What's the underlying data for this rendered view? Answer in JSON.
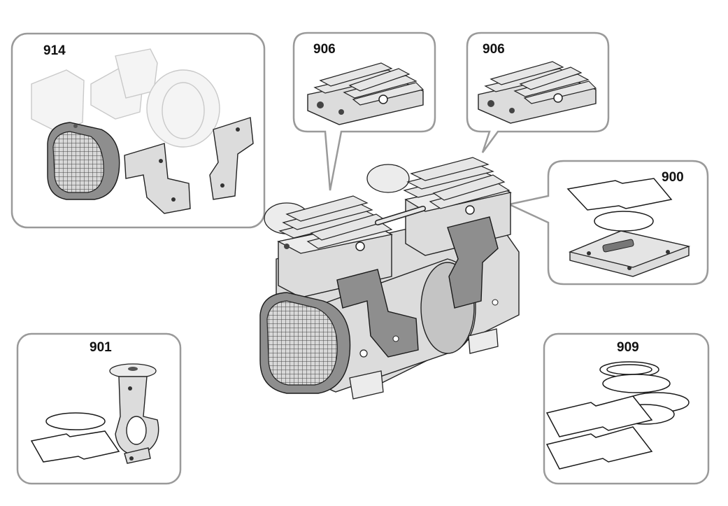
{
  "labels": {
    "kit_914": "914",
    "kit_906_left": "906",
    "kit_906_right": "906",
    "kit_900": "900",
    "kit_901": "901",
    "kit_909": "909"
  },
  "colors": {
    "callout_border": "#9a9a9a",
    "ink": "#1a1a1a",
    "ghost": "#c9c9c9",
    "metal": "#dcdcdc",
    "metal_dark": "#8e8e8e"
  },
  "icons": {
    "main": "twin-piston-compressor",
    "kit_914": "fan-shroud-covers",
    "kit_906": "cylinder-head",
    "kit_900": "valve-plate-gasket",
    "kit_901": "connecting-rod",
    "kit_909": "gasket-set"
  }
}
